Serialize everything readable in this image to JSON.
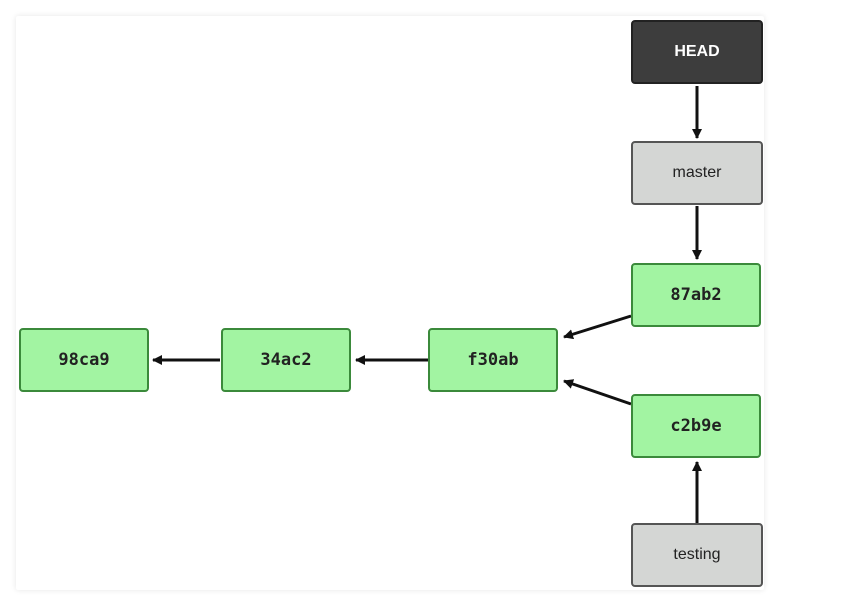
{
  "refs": {
    "head": "HEAD",
    "master": "master",
    "testing": "testing"
  },
  "commits": {
    "c98ca9": "98ca9",
    "c34ac2": "34ac2",
    "cf30ab": "f30ab",
    "c87ab2": "87ab2",
    "cc2b9e": "c2b9e"
  },
  "colors": {
    "commit_fill": "#a2f4a2",
    "commit_border": "#3b8a3b",
    "ref_fill": "#d4d6d4",
    "head_fill": "#3d3d3d",
    "arrow": "#111111"
  }
}
